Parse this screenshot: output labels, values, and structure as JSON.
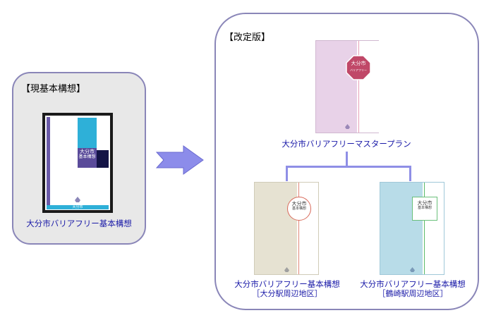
{
  "current": {
    "title": "【現基本構想】",
    "caption": "大分市バリアフリー基本構想",
    "cover": {
      "line1": "大分市",
      "line2": "基本構想",
      "footer": "大分市"
    }
  },
  "revised": {
    "title": "【改定版】",
    "master": {
      "caption": "大分市バリアフリーマスタープラン",
      "cover": {
        "badge1": "大分市",
        "badge2": "バリアフリー"
      }
    },
    "oita": {
      "caption": "大分市バリアフリー基本構想",
      "sub": "［大分駅周辺地区］",
      "cover": {
        "line1": "大分市",
        "line2": "基本構想"
      }
    },
    "tsurusaki": {
      "caption": "大分市バリアフリー基本構想",
      "sub": "［鶴崎駅周辺地区］",
      "cover": {
        "line1": "大分市",
        "line2": "基本構想"
      }
    }
  },
  "colors": {
    "panel_border": "#8a86b8",
    "connector": "#8f8fe6",
    "arrow": "#8c8cea",
    "caption_text": "#1a1aa8"
  }
}
